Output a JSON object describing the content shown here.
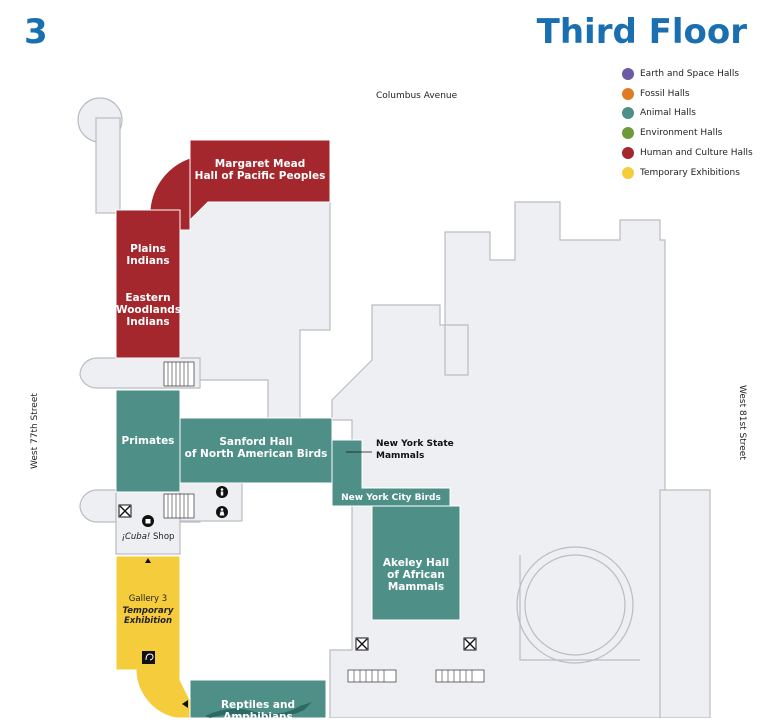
{
  "header": {
    "floor_number": "3",
    "floor_title": "Third Floor"
  },
  "legend": [
    {
      "label": "Earth and Space Halls",
      "color": "#6b5aa6"
    },
    {
      "label": "Fossil Halls",
      "color": "#e07b25"
    },
    {
      "label": "Animal Halls",
      "color": "#4e8f87"
    },
    {
      "label": "Environment Halls",
      "color": "#6f9a3a"
    },
    {
      "label": "Human and Culture Halls",
      "color": "#a3272c"
    },
    {
      "label": "Temporary Exhibitions",
      "color": "#f5cc3b"
    }
  ],
  "streets": {
    "north": "Columbus Avenue",
    "west": "West 77th Street",
    "east": "West 81st Street"
  },
  "halls": {
    "margaret_mead": "Margaret Mead\nHall of Pacific Peoples",
    "plains_indians": "Plains\nIndians",
    "eastern_woodlands": "Eastern\nWoodlands\nIndians",
    "primates": "Primates",
    "sanford": "Sanford Hall\nof North American Birds",
    "nyc_birds": "New York City Birds",
    "akeley": "Akeley Hall\nof African\nMammals",
    "reptiles": "Reptiles and\nAmphibians"
  },
  "annotations": {
    "nys_mammals": "New York State\nMammals"
  },
  "gallery": {
    "name": "Gallery 3",
    "line2": "Temporary",
    "line3": "Exhibition"
  },
  "shop": {
    "italic": "¡Cuba!",
    "rest": " Shop"
  },
  "colors": {
    "building": "#eeeff2",
    "outline": "#b9bcc2",
    "human": "#a3272c",
    "animal": "#4e8f87",
    "temp": "#f5cc3b"
  }
}
